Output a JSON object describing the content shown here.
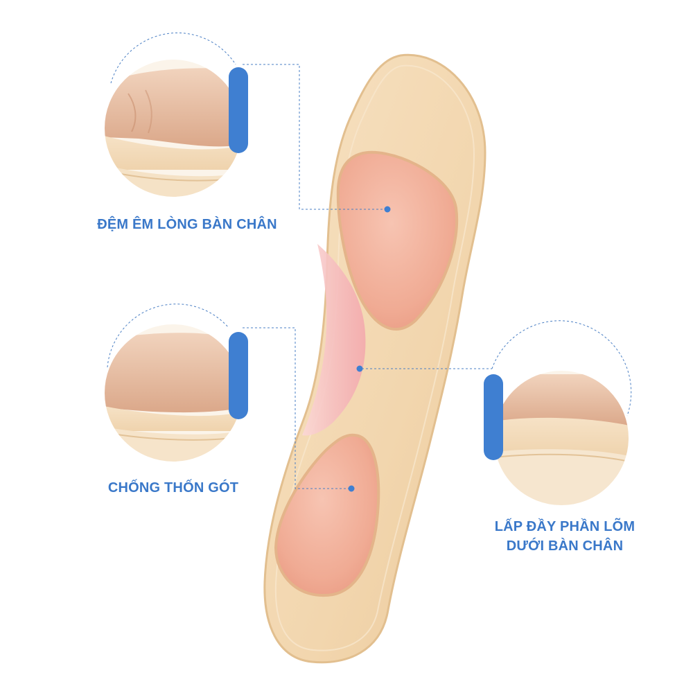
{
  "colors": {
    "accent_blue": "#3f7fd1",
    "caption_blue": "#3a78c9",
    "insole_beige": "#f3d9b4",
    "insole_edge": "#e8c79a",
    "gel_pink": "#f0ab94",
    "gel_pink_light": "#f5c2b1",
    "skin_tone": "#e8bda0",
    "dashed_line": "#4a7fc4"
  },
  "callouts": {
    "cushion": {
      "label": "ĐỆM ÊM LÒNG BÀN CHÂN",
      "icon": "forefoot-cushion-photo"
    },
    "heel": {
      "label": "CHỐNG THỐN GÓT",
      "icon": "heel-support-photo"
    },
    "arch": {
      "label_line1": "LẤP ĐẦY PHẦN LÕM",
      "label_line2": "DƯỚI BÀN CHÂN",
      "icon": "arch-support-photo"
    }
  }
}
